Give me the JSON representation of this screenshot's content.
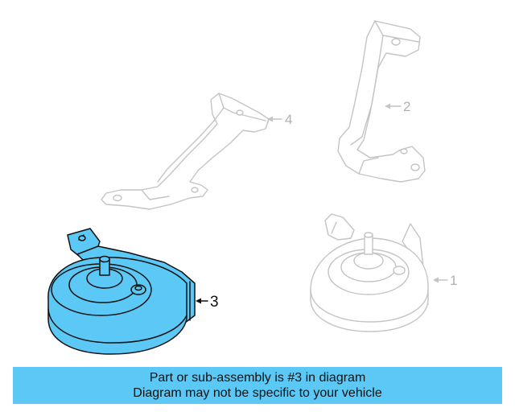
{
  "callouts": {
    "part1": "1",
    "part2": "2",
    "part3": "3",
    "part4": "4"
  },
  "banner": {
    "line1": "Part or sub-assembly is #3 in diagram",
    "line2": "Diagram may not be specific to your vehicle"
  },
  "colors": {
    "highlight": "#5bc8f5",
    "ghost_stroke": "#c4c4c4",
    "banner": "#5bc8f5"
  }
}
